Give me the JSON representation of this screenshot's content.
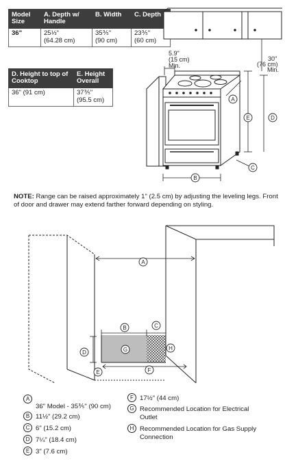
{
  "table1": {
    "headers": [
      "Model Size",
      "A. Depth w/ Handle",
      "B. Width",
      "C. Depth"
    ],
    "row": {
      "model": "36\"",
      "depth_handle_in": "25⅓\"",
      "depth_handle_cm": "(64.28 cm)",
      "width_in": "35⅗\"",
      "width_cm": "(90 cm)",
      "depth_in": "23⅗\"",
      "depth_cm": "(60 cm)"
    }
  },
  "table2": {
    "headers": [
      "D. Height to top of Cooktop",
      "E. Height Overall"
    ],
    "row": {
      "height_cooktop": "36\" (91 cm)",
      "height_overall_in": "37⅗\"",
      "height_overall_cm": "(95.5 cm)"
    }
  },
  "top_diagram": {
    "dim_side": {
      "line1": "5.9\"",
      "line2": "(15 cm)",
      "line3": "Min."
    },
    "dim_top": {
      "line1": "30\"",
      "line2": "(76 cm)",
      "line3": "Min."
    },
    "letters": [
      "A",
      "B",
      "C",
      "D",
      "E"
    ]
  },
  "note": {
    "label": "NOTE:",
    "text": " Range can be raised approximately 1\" (2.5 cm) by adjusting the leveling legs. Front of door and drawer may extend farther forward depending on styling."
  },
  "bottom_diagram": {
    "letters": [
      "A",
      "B",
      "C",
      "D",
      "E",
      "F",
      "G",
      "H"
    ]
  },
  "legend": [
    {
      "letter": "A",
      "text": "36\" Model - 35⅗\" (90 cm)"
    },
    {
      "letter": "B",
      "text": "11½\" (29.2 cm)"
    },
    {
      "letter": "C",
      "text": "6\" (15.2 cm)"
    },
    {
      "letter": "D",
      "text": "7¼\" (18.4 cm)"
    },
    {
      "letter": "E",
      "text": "3\" (7.6 cm)"
    },
    {
      "letter": "F",
      "text": "17½\" (44 cm)"
    },
    {
      "letter": "G",
      "text": "Recommended Location for Electrical Outlet"
    },
    {
      "letter": "H",
      "text": "Recommended Location for Gas Supply Connection"
    }
  ]
}
